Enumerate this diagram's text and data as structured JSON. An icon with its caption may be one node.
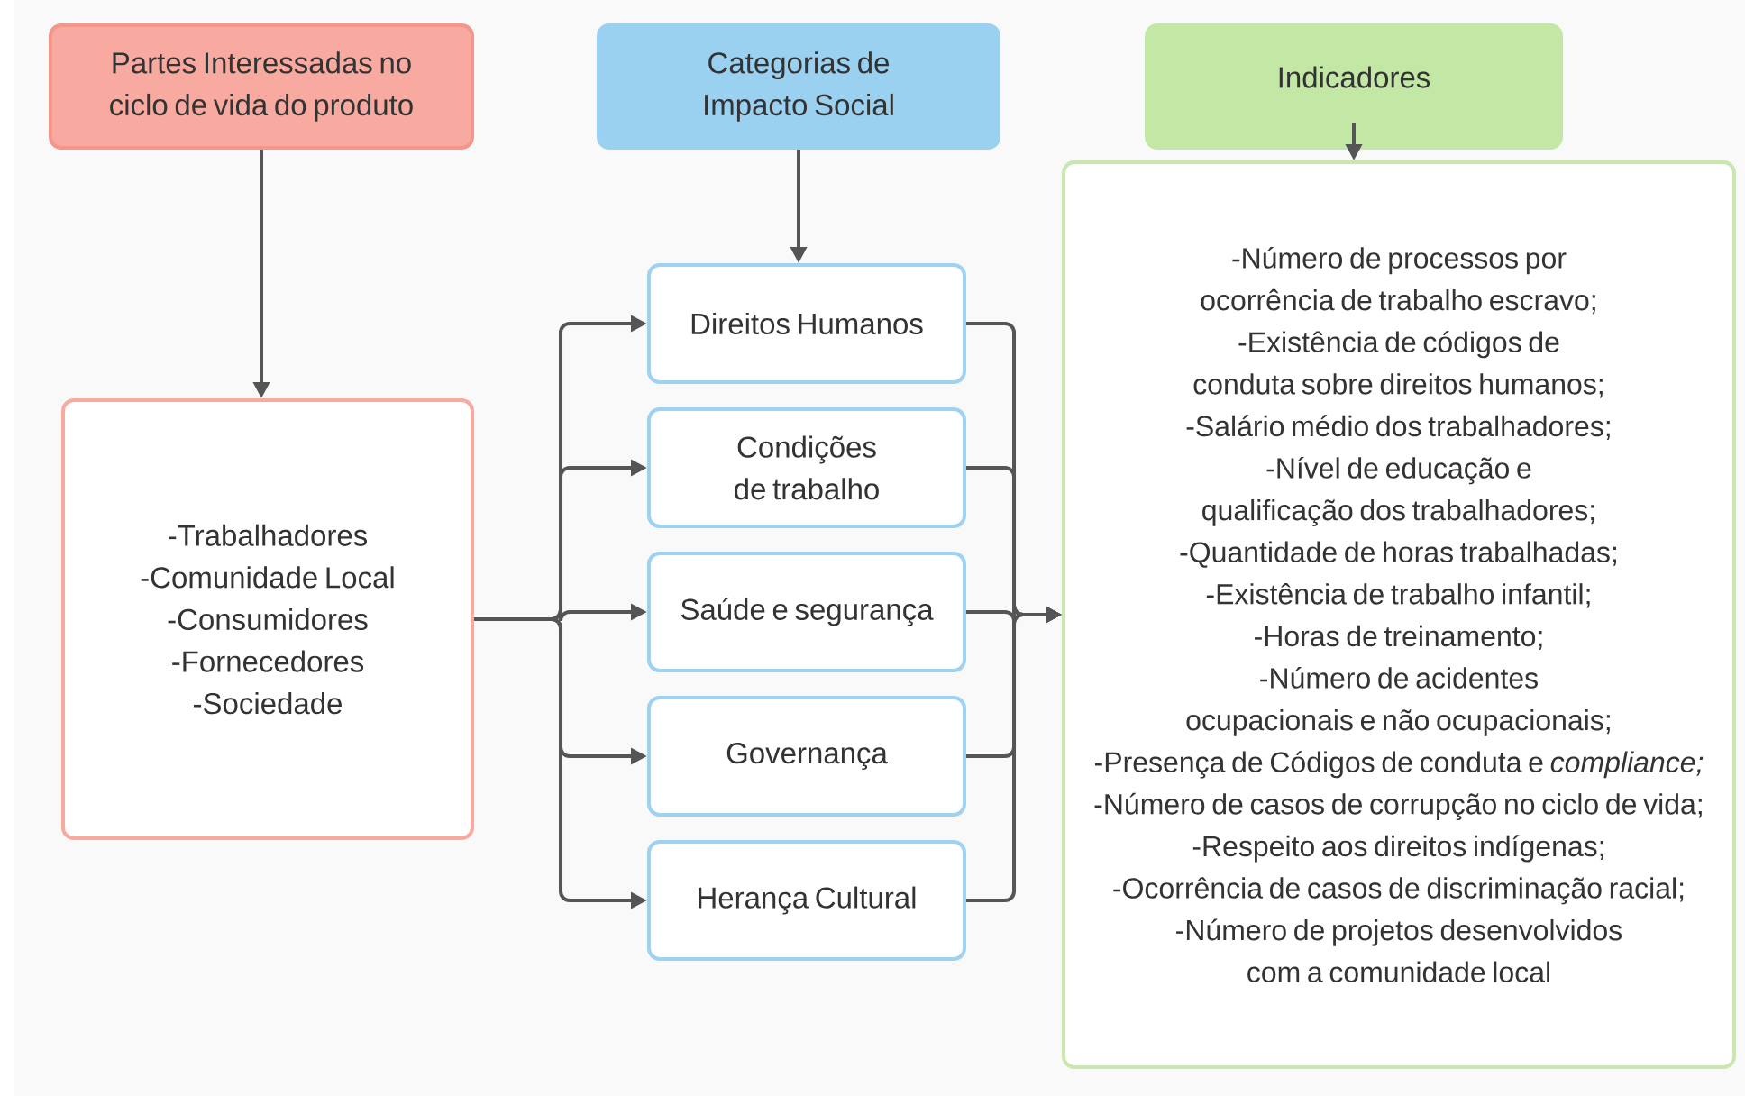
{
  "diagram": {
    "nodes": [
      {
        "text": [
          "Partes Interessadas no ciclo de vida do produto"
        ]
      },
      {
        "text": [
          "-Trabalhadores",
          "-Comunidade Local",
          "-Consumidores",
          "-Fornecedores",
          "-Sociedade"
        ]
      },
      {
        "text": [
          "Categorias de Impacto Social"
        ]
      },
      {
        "text": [
          "Direitos Humanos"
        ]
      },
      {
        "text": [
          "Condições de trabalho"
        ]
      },
      {
        "text": [
          "Saúde e segurança"
        ]
      },
      {
        "text": [
          "Governança"
        ]
      },
      {
        "text": [
          "Herança Cultural"
        ]
      },
      {
        "text": [
          "Indicadores"
        ]
      },
      {
        "text": [
          "-Número de processos por ocorrência de trabalho escravo;",
          "-Existência de códigos de conduta sobre direitos humanos;",
          "-Salário médio dos trabalhadores;",
          "-Nível de educação e qualificação dos trabalhadores;",
          "-Quantidade de horas trabalhadas;",
          "-Existência de trabalho infantil;",
          "-Horas de treinamento;",
          "-Número de acidentes ocupacionais e não ocupacionais;",
          "-Presença de Códigos de conduta e *compliance;*",
          "-Número de casos de corrupção no ciclo de vida;",
          "-Respeito aos direitos indígenas;",
          "-Ocorrência de casos de discriminação racial;",
          "-Número de projetos desenvolvidos com a comunidade local"
        ]
      }
    ],
    "edges": [
      {
        "from": 0,
        "to": 1,
        "arrow": "to"
      },
      {
        "from": 2,
        "to": 3,
        "arrow": "to"
      },
      {
        "from": 1,
        "to": 3,
        "arrow": "to"
      },
      {
        "from": 1,
        "to": 4,
        "arrow": "to"
      },
      {
        "from": 1,
        "to": 5,
        "arrow": "to"
      },
      {
        "from": 1,
        "to": 6,
        "arrow": "to"
      },
      {
        "from": 1,
        "to": 7,
        "arrow": "to"
      },
      {
        "from": 3,
        "to": 9,
        "arrow": "to"
      },
      {
        "from": 4,
        "to": 9,
        "arrow": "to"
      },
      {
        "from": 5,
        "to": 9,
        "arrow": "to"
      },
      {
        "from": 6,
        "to": 9,
        "arrow": "to"
      },
      {
        "from": 7,
        "to": 9,
        "arrow": "to"
      },
      {
        "from": 8,
        "to": 9,
        "arrow": "to"
      }
    ]
  }
}
